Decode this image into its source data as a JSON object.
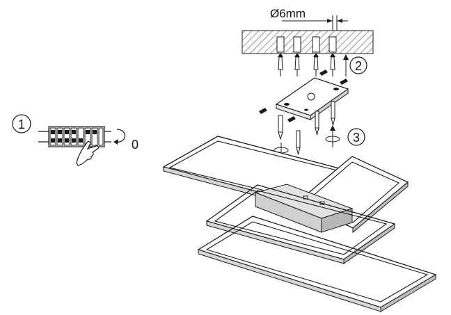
{
  "diagram": {
    "dimension_label": "Ø6mm",
    "steps": [
      {
        "number": "1"
      },
      {
        "number": "2"
      },
      {
        "number": "3"
      }
    ],
    "switch_state_label": "0",
    "colors": {
      "line": "#1a1a1a",
      "hatch": "#555555",
      "frame_fill": "#ffffff",
      "shade": "#cfcfcf"
    }
  }
}
